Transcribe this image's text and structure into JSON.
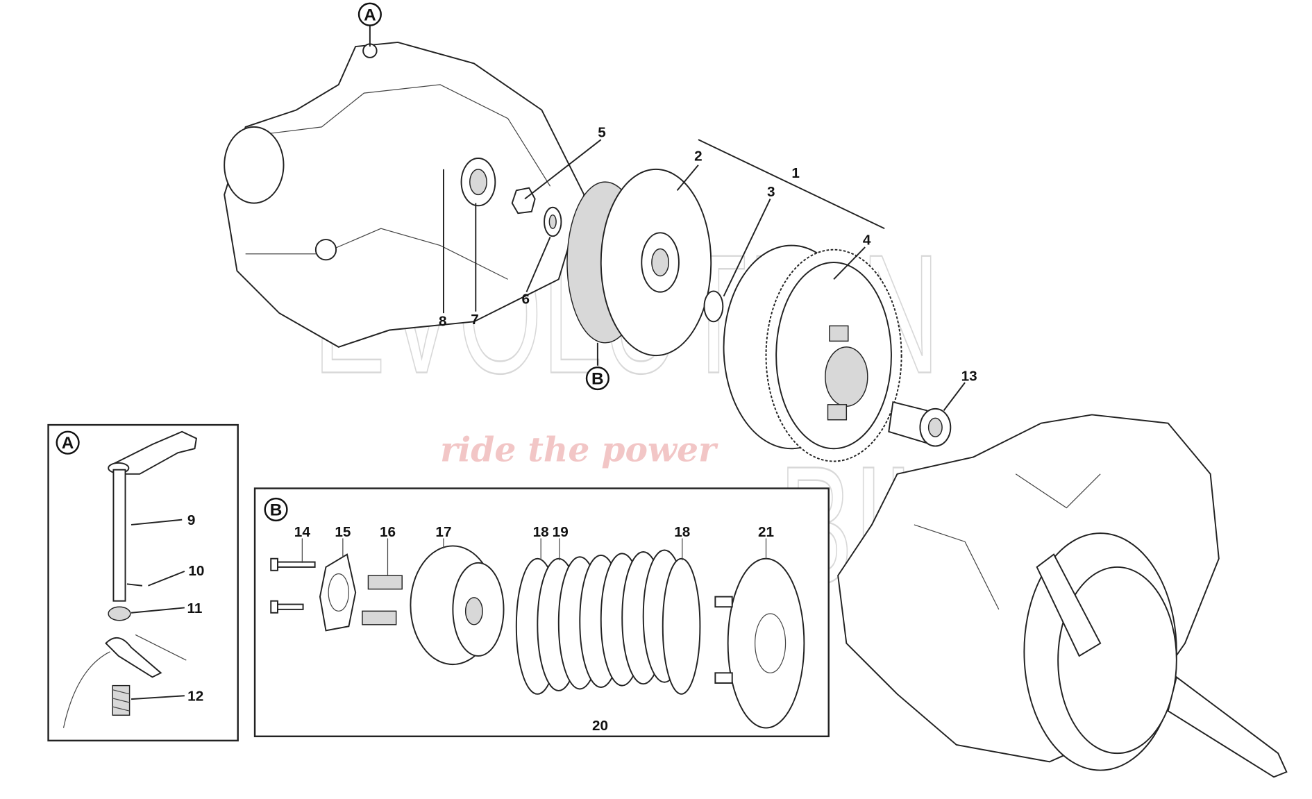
{
  "watermark": {
    "brand_line1": "EVOLUTION",
    "brand_line2": "BIKE",
    "slogan": "ride the power"
  },
  "callouts": {
    "A": "A",
    "B": "B"
  },
  "main_labels": [
    "1",
    "2",
    "3",
    "4",
    "5",
    "6",
    "7",
    "8",
    "13"
  ],
  "detail_a": {
    "title": "A",
    "labels": [
      "9",
      "10",
      "11",
      "12"
    ]
  },
  "detail_b": {
    "title": "B",
    "labels": [
      "14",
      "15",
      "16",
      "17",
      "18",
      "19",
      "18",
      "21",
      "20"
    ]
  }
}
